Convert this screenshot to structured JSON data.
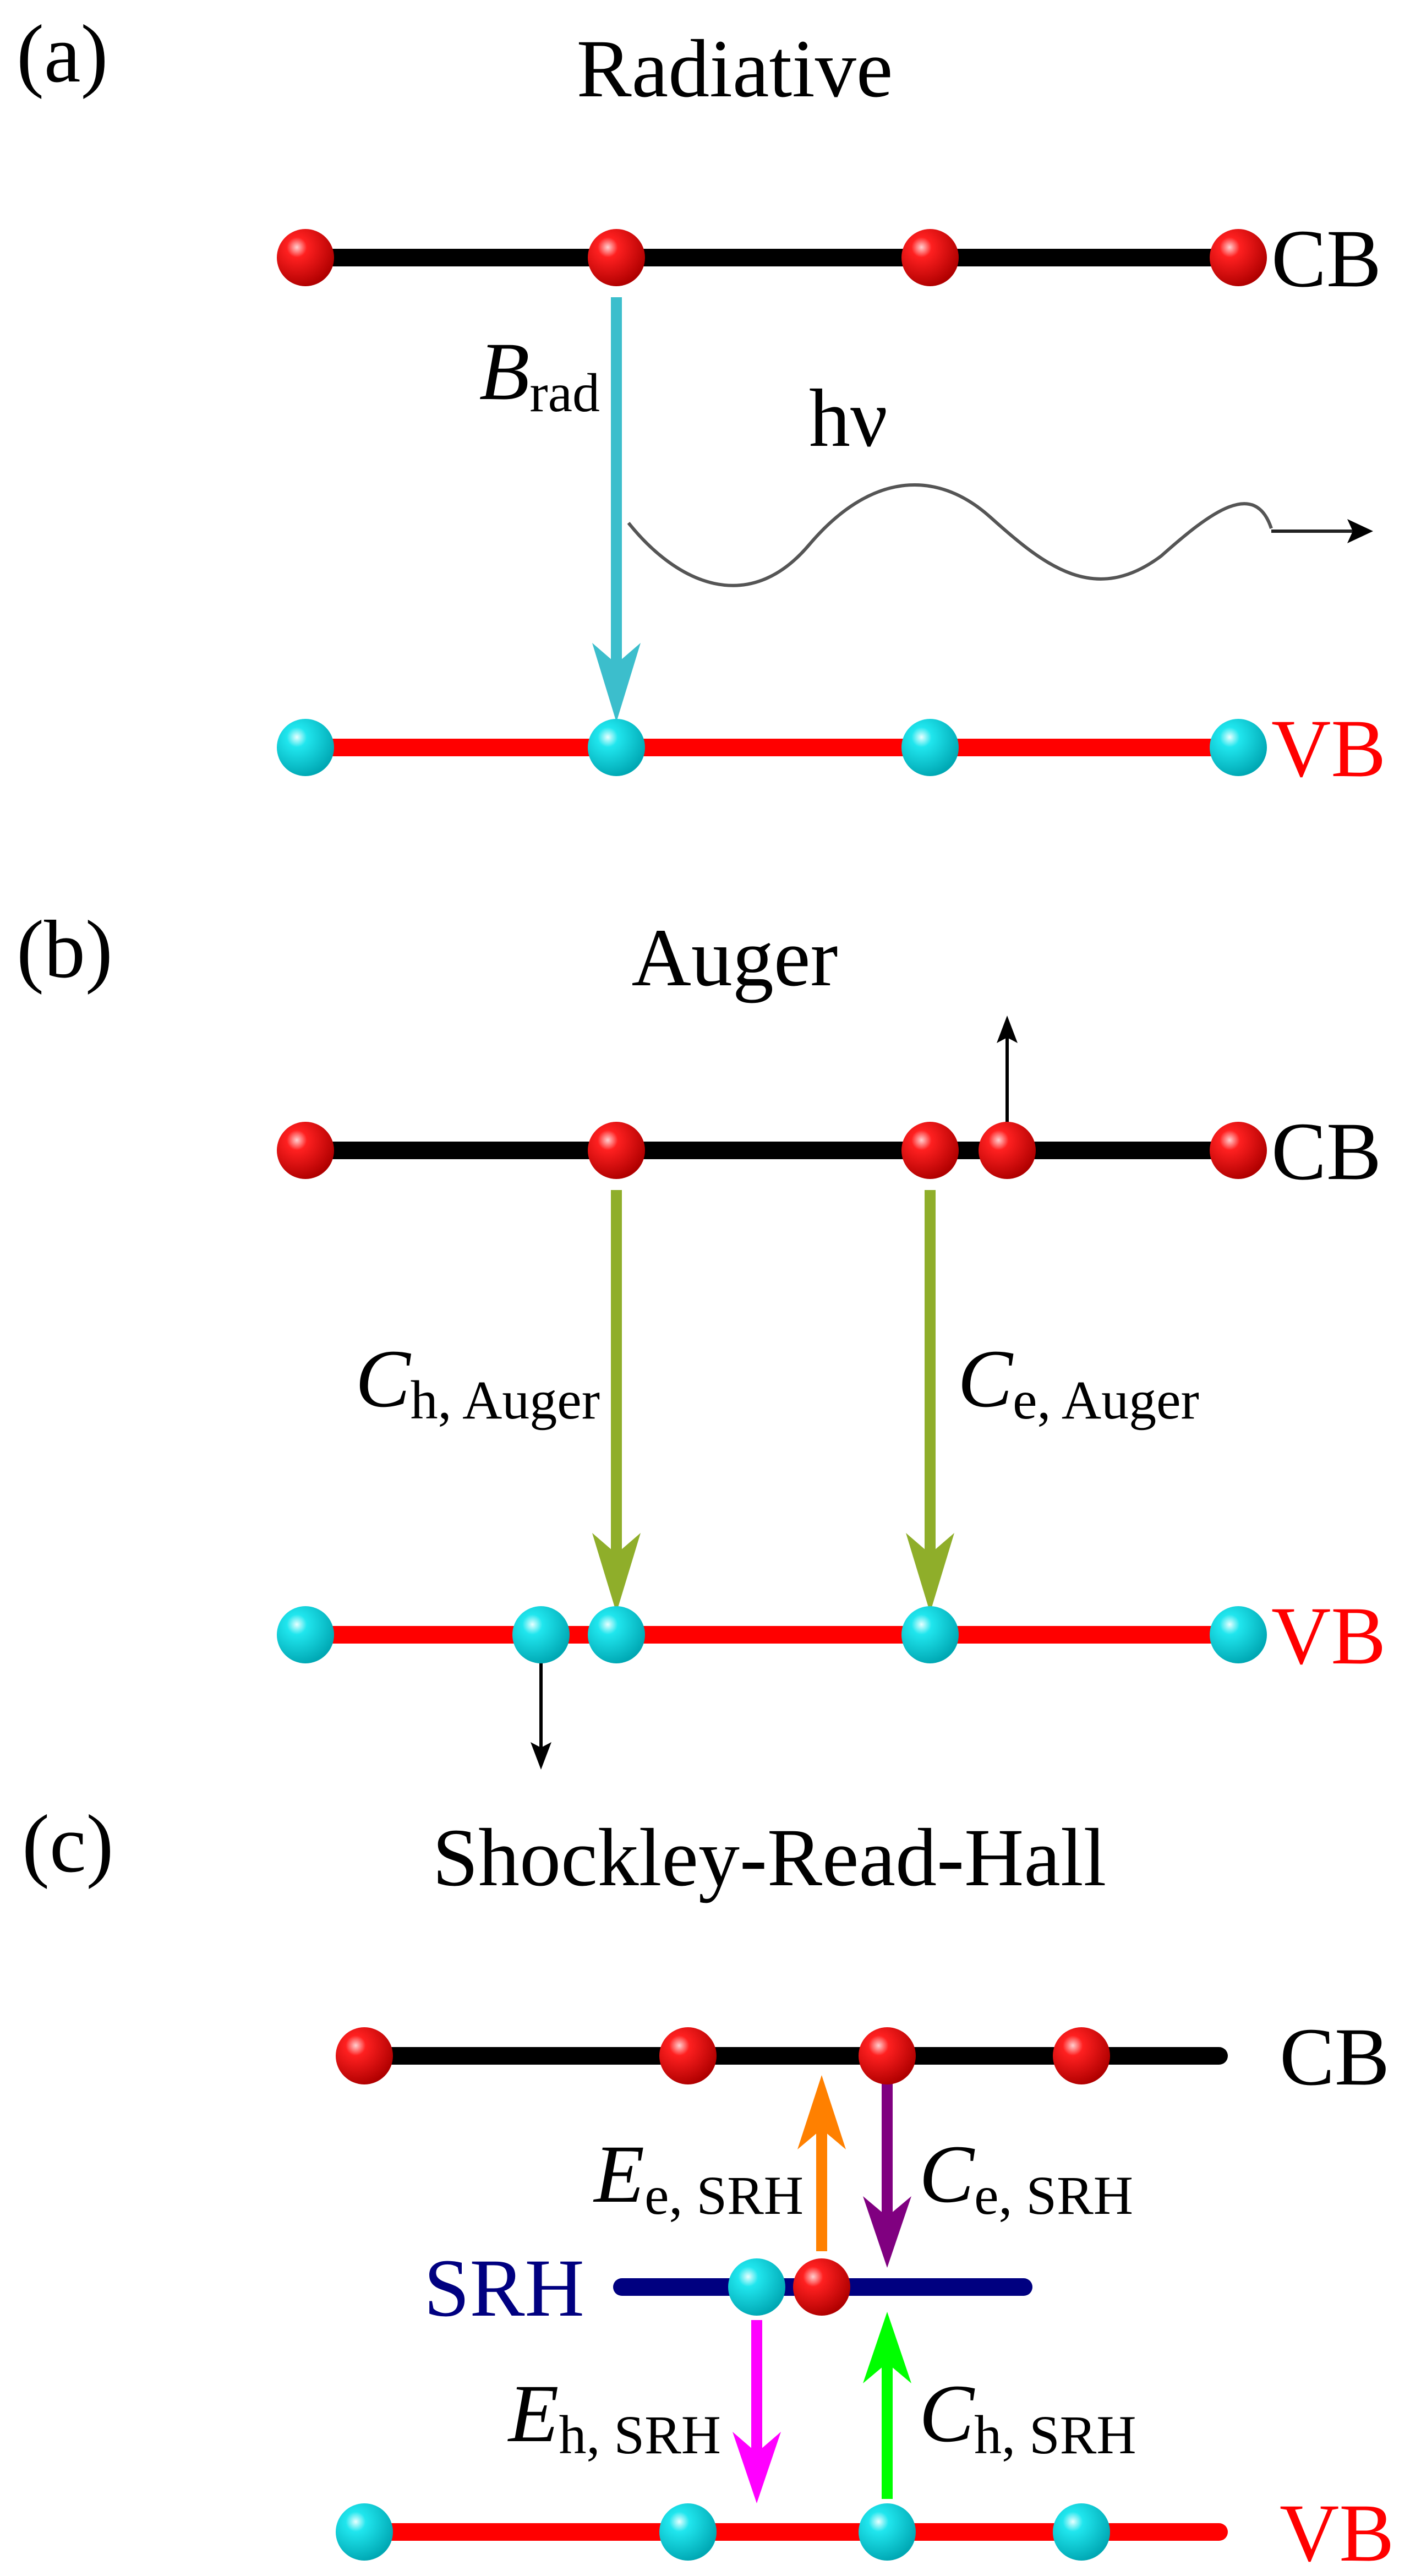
{
  "panels": {
    "a": {
      "label": "(a)",
      "title": "Radiative",
      "cb_label": "CB",
      "vb_label": "VB",
      "rate_main": "B",
      "rate_sub": "rad",
      "photon_label": "hν"
    },
    "b": {
      "label": "(b)",
      "title": "Auger",
      "cb_label": "CB",
      "vb_label": "VB",
      "rate_h_main": "C",
      "rate_h_sub": "h, Auger",
      "rate_e_main": "C",
      "rate_e_sub": "e, Auger"
    },
    "c": {
      "label": "(c)",
      "title": "Shockley-Read-Hall",
      "cb_label": "CB",
      "vb_label": "VB",
      "trap_label": "SRH",
      "e_emit_main": "E",
      "e_emit_sub": "e, SRH",
      "e_cap_main": "C",
      "e_cap_sub": "e, SRH",
      "h_emit_main": "E",
      "h_emit_sub": "h, SRH",
      "h_cap_main": "C",
      "h_cap_sub": "h, SRH"
    }
  },
  "colors": {
    "conduction_band": "#000000",
    "valence_band": "#ff0000",
    "trap_level": "#000080",
    "electron": "#ff0000",
    "hole": "#00e5ee",
    "radiative_arrow": "#3cbecc",
    "auger_arrow": "#8fae2a",
    "e_emission_arrow": "#ff8000",
    "e_capture_arrow": "#800080",
    "h_emission_arrow": "#ff00ff",
    "h_capture_arrow": "#00ff00",
    "vb_text": "#ff0000",
    "srh_text": "#000080"
  }
}
